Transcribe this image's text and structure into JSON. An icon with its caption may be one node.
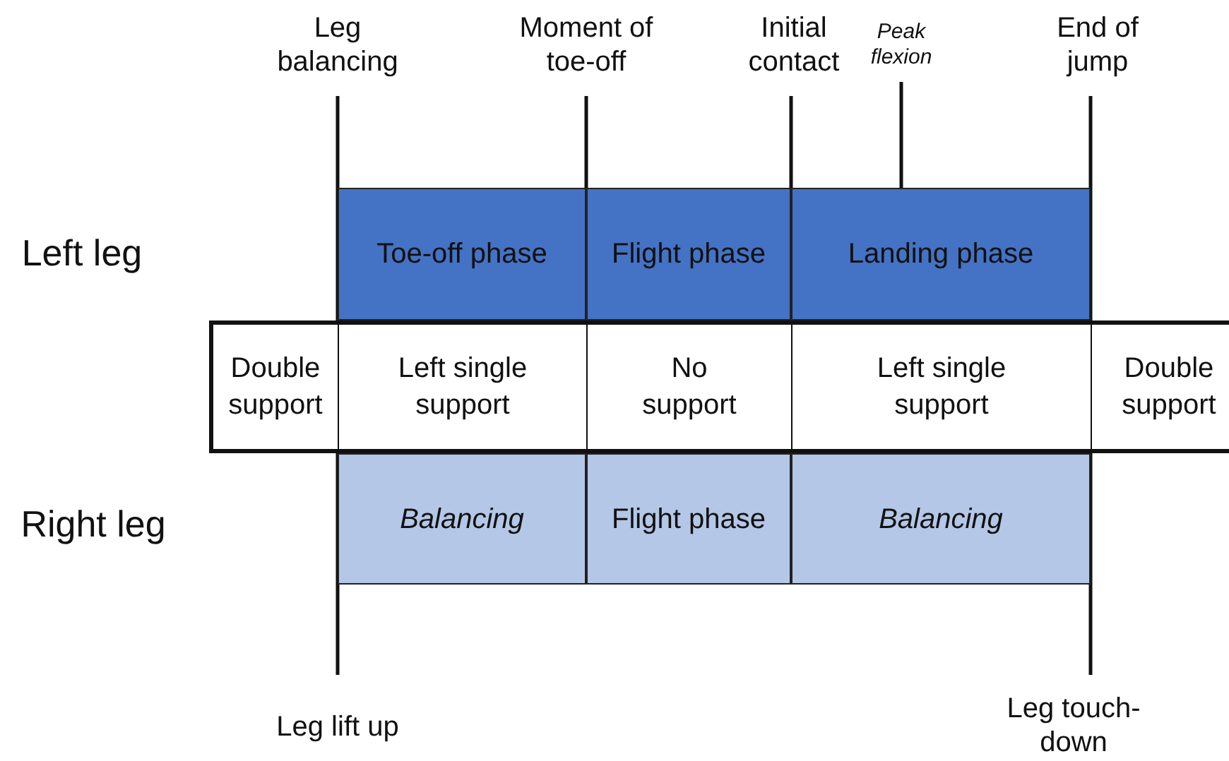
{
  "diagram": {
    "nodes": [
      {
        "text": [
          "Toe-off phase"
        ]
      },
      {
        "text": [
          "Flight phase"
        ]
      },
      {
        "text": [
          "Landing phase"
        ]
      },
      {
        "text": [
          "Double support"
        ]
      },
      {
        "text": [
          "Left single support"
        ]
      },
      {
        "text": [
          "No support"
        ]
      },
      {
        "text": [
          "Left single support"
        ]
      },
      {
        "text": [
          "Double support"
        ]
      },
      {
        "text": [
          "Balancing"
        ]
      },
      {
        "text": [
          "Flight phase"
        ]
      },
      {
        "text": [
          "Balancing"
        ]
      }
    ],
    "labels": [
      "Leg balancing",
      "Moment of toe-off",
      "Initial contact",
      "Peak flexion",
      "End of jump",
      "Left leg",
      "Right leg",
      "Leg lift up",
      "Leg touch-down"
    ]
  }
}
